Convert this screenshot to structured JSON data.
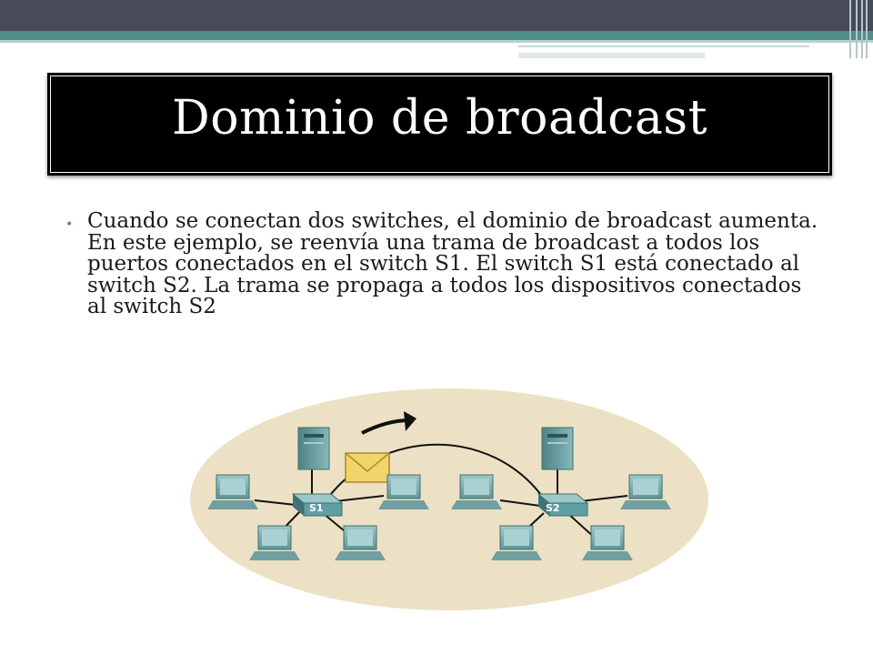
{
  "slide": {
    "title": "Dominio de broadcast",
    "bullet": "Cuando se conectan dos switches, el dominio de broadcast aumenta. En este ejemplo, se reenvía una trama de broadcast a todos los puertos conectados en el switch S1. El switch S1 está conectado al switch S2. La trama se propaga a todos los dispositivos conectados al switch S2"
  },
  "diagram": {
    "switches": [
      {
        "label": "S1"
      },
      {
        "label": "S2"
      }
    ]
  },
  "colors": {
    "header_dark": "#464a59",
    "header_teal": "#4f8f8a",
    "title_bg": "#000000",
    "domain_ellipse": "#ece1c4",
    "device_teal": "#6aa1a3",
    "switch_body": "#5f9ea3",
    "envelope": "#f1d56b"
  }
}
